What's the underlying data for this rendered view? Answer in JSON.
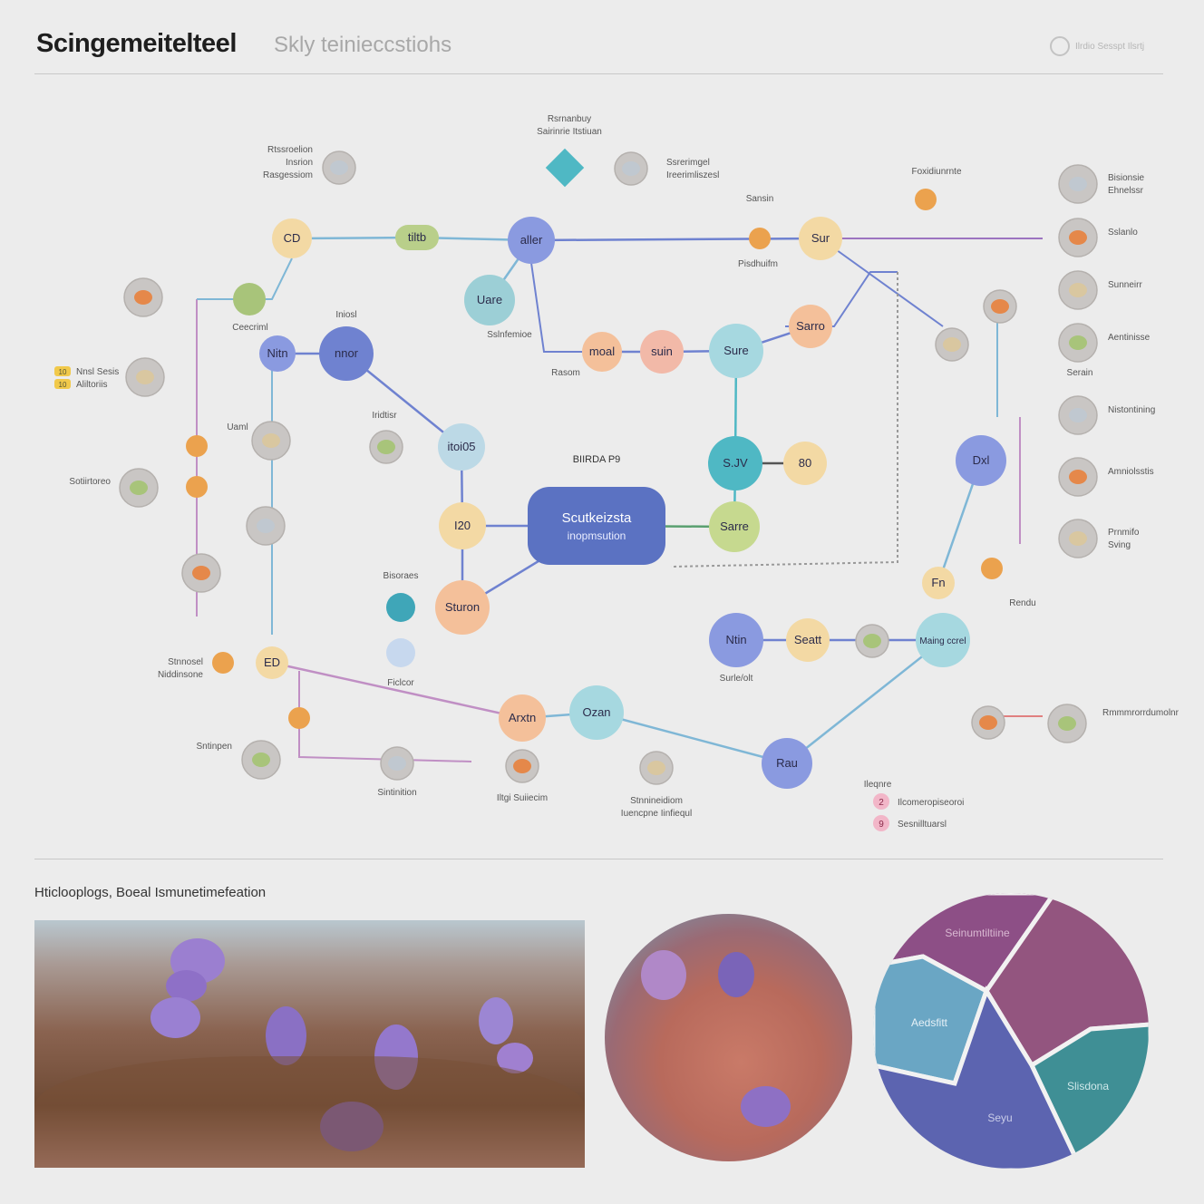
{
  "header": {
    "title": "Scingemeitelteel",
    "subtitle": "Skly teinieccstiohs",
    "brand_text": "Ilrdio Sesspt Ilsrtj"
  },
  "diagram": {
    "center": {
      "line1": "Scutkeizsta",
      "line2": "inopmsution",
      "color": "#5b72c2"
    },
    "center_caption": "BIIRDA P9",
    "nodes": [
      {
        "id": "sur",
        "label": "Sur",
        "color": "#f3d9a4"
      },
      {
        "id": "aller",
        "label": "aller",
        "color": "#8a9ae0"
      },
      {
        "id": "uare",
        "label": "Uare",
        "color": "#9ccfd6"
      },
      {
        "id": "cd",
        "label": "CD",
        "color": "#f3d9a4"
      },
      {
        "id": "tiltb",
        "label": "tiltb",
        "color": "#b9cf8a"
      },
      {
        "id": "nitn",
        "label": "Nitn",
        "color": "#8a9ae0"
      },
      {
        "id": "nnor",
        "label": "nnor",
        "color": "#6f82d0"
      },
      {
        "id": "itoi05",
        "label": "itoi05",
        "color": "#bcd9e6"
      },
      {
        "id": "i20",
        "label": "I20",
        "color": "#f3d9a4"
      },
      {
        "id": "sturon",
        "label": "Sturon",
        "color": "#f4c09a"
      },
      {
        "id": "sure",
        "label": "Sure",
        "color": "#a6d8e0"
      },
      {
        "id": "sarro",
        "label": "Sarro",
        "color": "#f4c09a"
      },
      {
        "id": "moal",
        "label": "moal",
        "color": "#f4c09a"
      },
      {
        "id": "suin",
        "label": "suin",
        "color": "#f2b9a8"
      },
      {
        "id": "sjv",
        "label": "S.JV",
        "color": "#4fb8c4"
      },
      {
        "id": "sarre",
        "label": "Sarre",
        "color": "#c6d98f"
      },
      {
        "id": "n80",
        "label": "80",
        "color": "#f3d9a4"
      },
      {
        "id": "ntin",
        "label": "Ntin",
        "color": "#8a9ae0"
      },
      {
        "id": "seatt",
        "label": "Seatt",
        "color": "#f3d9a4"
      },
      {
        "id": "maing",
        "label": "Maing ccrel",
        "color": "#a6d8e0"
      },
      {
        "id": "dxl",
        "label": "Dxl",
        "color": "#8a9ae0"
      },
      {
        "id": "arxtn",
        "label": "Arxtn",
        "color": "#f4c09a"
      },
      {
        "id": "ozan",
        "label": "Ozan",
        "color": "#a6d8e0"
      },
      {
        "id": "rau",
        "label": "Rau",
        "color": "#8a9ae0"
      },
      {
        "id": "ed",
        "label": "ED",
        "color": "#f3d9a4"
      },
      {
        "id": "fn",
        "label": "Fn",
        "color": "#f3d9a4"
      }
    ],
    "labels": [
      "Rsrnanbuy",
      "Sairinrie Itstiuan",
      "Ssrerimgel",
      "Ireerimliszesl",
      "Rtssroelion",
      "Insrion",
      "Rasgessiom",
      "Sansin",
      "Pisdhuifm",
      "Foxidiunrnte",
      "Bisionsie",
      "Ehnelssr",
      "Sslanlo",
      "Sunneirr",
      "Aentinisse",
      "Serain",
      "Nistontining",
      "Amniolsstis",
      "Prnmifo",
      "Sving",
      "Ceecriml",
      "Iniosl",
      "Iridtisr",
      "Sslnfemioe",
      "Rasom",
      "Uaml",
      "Sotiirtoreo",
      "Ficlcor",
      "Bisoraes",
      "Surle/olt",
      "Sintinition",
      "Iltgi Suiiecim",
      "Stnnineidiom",
      "Iuencpne Iinfiequl",
      "Ileqnre",
      "Stnnosel",
      "Niddinsone",
      "Rmmmrorrdumolnr",
      "Sntinpen",
      "Rendu"
    ],
    "legend": [
      {
        "num": "2",
        "text": "Ilcomeropiseoroi"
      },
      {
        "num": "9",
        "text": "Sesnilltuarsl"
      }
    ],
    "mini_legend": [
      {
        "num": "10",
        "text": "Nnsl Sesis"
      },
      {
        "num": "10",
        "text": "Aliltoriis"
      }
    ]
  },
  "gallery": {
    "heading": "Hticlooplogs, Boeal Ismunetimefeation",
    "segments": [
      "Seinumtiltiine",
      "Aedsfitt",
      "Slisdona",
      "Seyu"
    ]
  }
}
